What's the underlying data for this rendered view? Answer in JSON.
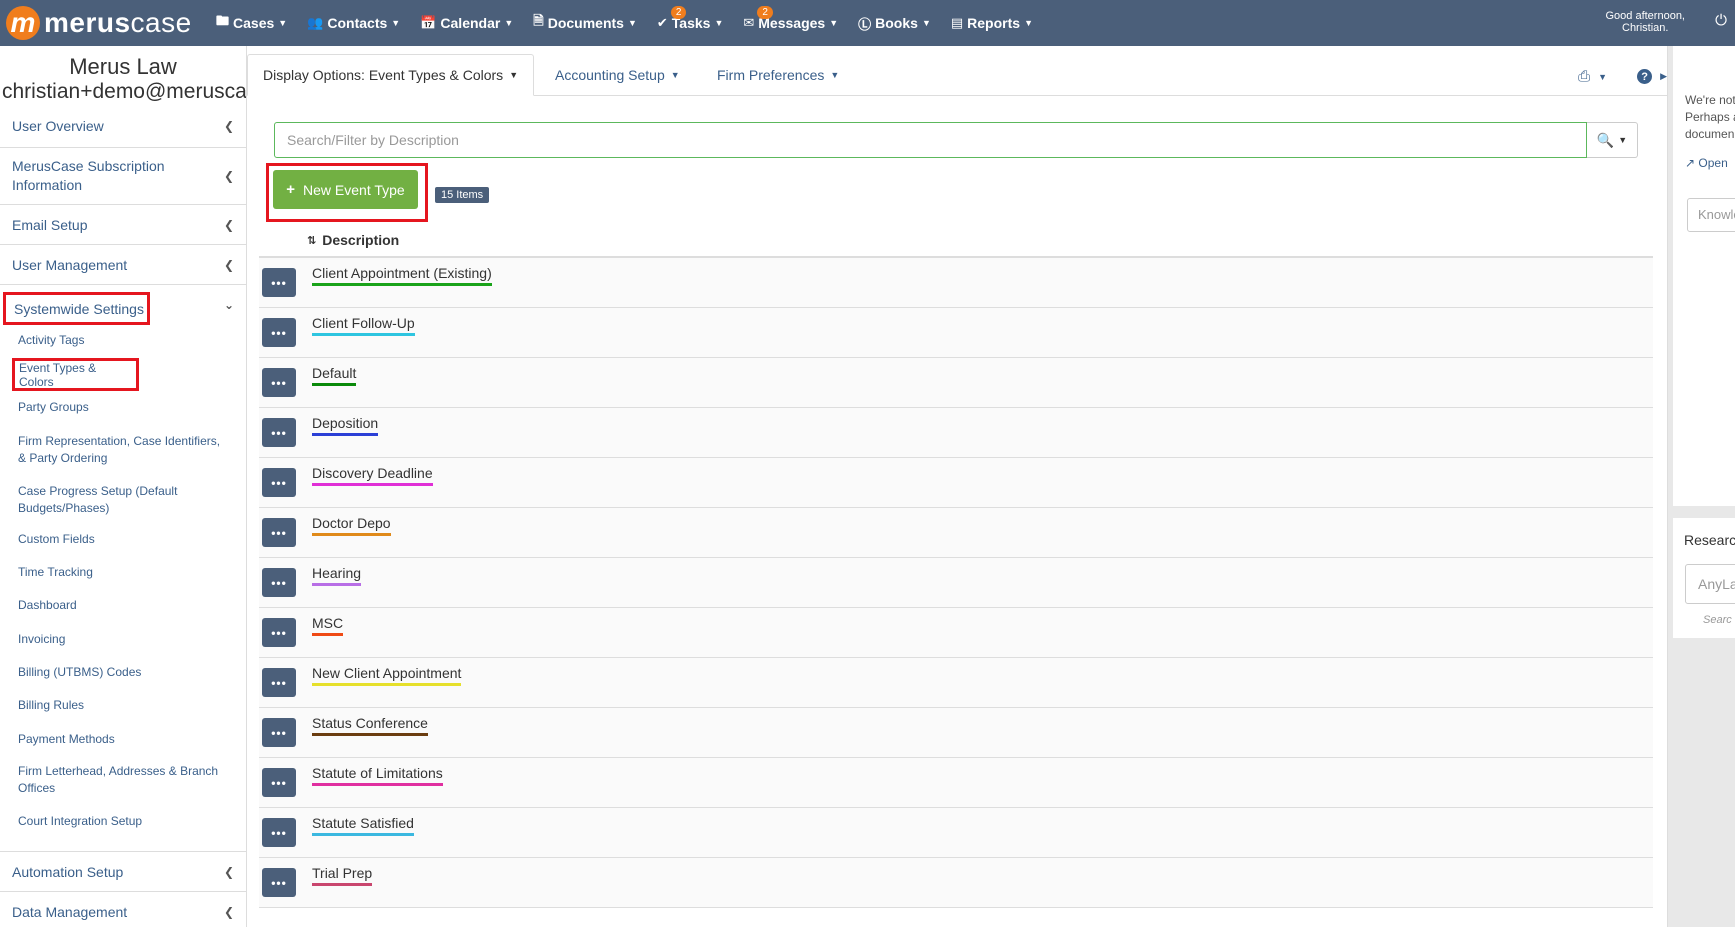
{
  "topnav": {
    "logo_letter": "m",
    "logo_bold": "merus",
    "logo_light": "case",
    "items": [
      {
        "label": "Cases",
        "icon": "folder-icon"
      },
      {
        "label": "Contacts",
        "icon": "users-icon"
      },
      {
        "label": "Calendar",
        "icon": "calendar-icon"
      },
      {
        "label": "Documents",
        "icon": "document-icon"
      },
      {
        "label": "Tasks",
        "icon": "check-circle-icon",
        "badge": "2"
      },
      {
        "label": "Messages",
        "icon": "envelope-icon",
        "badge": "2"
      },
      {
        "label": "Books",
        "icon": "dollar-icon"
      },
      {
        "label": "Reports",
        "icon": "bar-chart-icon"
      }
    ],
    "greeting_line1": "Good afternoon,",
    "greeting_line2": "Christian.",
    "bg_color": "#4b5f7a",
    "accent_color": "#f07d1d"
  },
  "sidebar": {
    "firm_name": "Merus Law",
    "email": "christian+demo@meruscase",
    "sections": [
      {
        "label": "User Overview"
      },
      {
        "label": "MerusCase Subscription",
        "label2": "Information"
      },
      {
        "label": "Email Setup"
      },
      {
        "label": "User Management"
      },
      {
        "label": "Systemwide Settings"
      },
      {
        "label": "Automation Setup"
      },
      {
        "label": "Data Management"
      }
    ],
    "sub_items": [
      "Activity Tags",
      "Event Types & Colors",
      "Party Groups",
      "Firm Representation, Case Identifiers,",
      "& Party Ordering",
      "Case Progress Setup (Default",
      "Budgets/Phases)",
      "Custom Fields",
      "Time Tracking",
      "Dashboard",
      "Invoicing",
      "Billing (UTBMS) Codes",
      "Billing Rules",
      "Payment Methods",
      "Firm Letterhead, Addresses & Branch",
      "Offices",
      "Court Integration Setup"
    ]
  },
  "tabs": [
    {
      "label": "Display Options: Event Types & Colors"
    },
    {
      "label": "Accounting Setup"
    },
    {
      "label": "Firm Preferences"
    }
  ],
  "search": {
    "placeholder": "Search/Filter by Description",
    "value": ""
  },
  "new_button_label": "New Event Type",
  "items_count": "15 Items",
  "column_header": "Description",
  "event_types": [
    {
      "label": "Client Appointment (Existing)",
      "color": "#1aa31a"
    },
    {
      "label": "Client Follow-Up",
      "color": "#2ec5e0"
    },
    {
      "label": "Default",
      "color": "#0a8a0a"
    },
    {
      "label": "Deposition",
      "color": "#2b3fd6"
    },
    {
      "label": "Discovery Deadline",
      "color": "#e02fd6"
    },
    {
      "label": "Doctor Depo",
      "color": "#e08a1a"
    },
    {
      "label": "Hearing",
      "color": "#b86ee6"
    },
    {
      "label": "MSC",
      "color": "#ef4a15"
    },
    {
      "label": "New Client Appointment",
      "color": "#e6e02b"
    },
    {
      "label": "Status Conference",
      "color": "#6b3d10"
    },
    {
      "label": "Statute of Limitations",
      "color": "#e02fa0"
    },
    {
      "label": "Statute Satisfied",
      "color": "#3bb8e0"
    },
    {
      "label": "Trial Prep",
      "color": "#c9466e"
    }
  ],
  "right_panel": {
    "line1": "We're not",
    "line2": "Perhaps a",
    "line3": "documen",
    "open_label": "Open",
    "knowledge_placeholder": "Knowle",
    "research_title": "Researc",
    "any_placeholder": "AnyLa",
    "search_label": "Searc"
  }
}
